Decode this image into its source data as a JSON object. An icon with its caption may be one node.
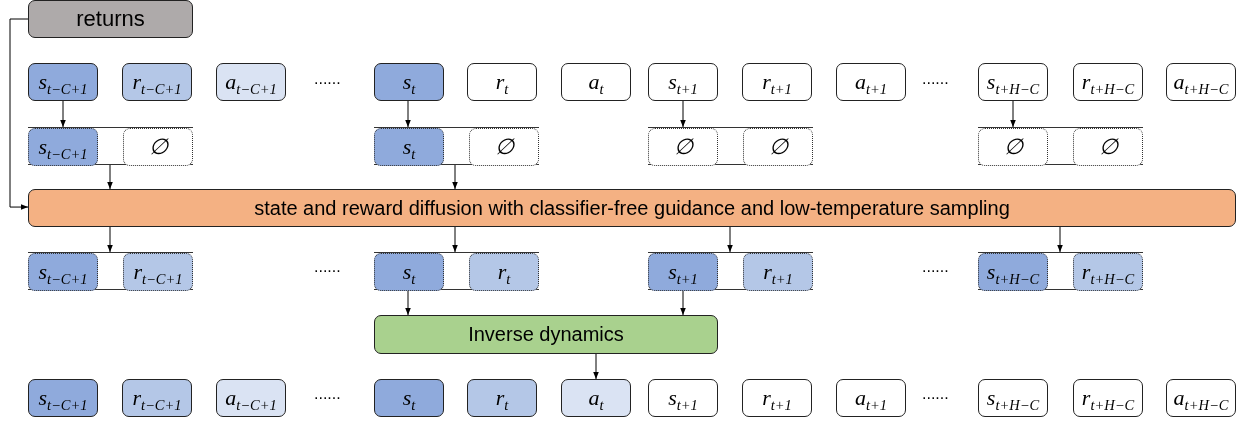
{
  "diagram": {
    "nodes": [
      {
        "text": [
          "returns"
        ]
      },
      {
        "text": [
          "s$_{t−C+1}$"
        ]
      },
      {
        "text": [
          "r$_{t−C+1}$"
        ]
      },
      {
        "text": [
          "a$_{t−C+1}$"
        ]
      },
      {
        "text": [
          "s$_{t}$"
        ]
      },
      {
        "text": [
          "r$_{t}$"
        ]
      },
      {
        "text": [
          "a$_{t}$"
        ]
      },
      {
        "text": [
          "s$_{t+1}$"
        ]
      },
      {
        "text": [
          "r$_{t+1}$"
        ]
      },
      {
        "text": [
          "a$_{t+1}$"
        ]
      },
      {
        "text": [
          "s$_{t+H−C}$"
        ]
      },
      {
        "text": [
          "r$_{t+H−C}$"
        ]
      },
      {
        "text": [
          "a$_{t+H−C}$"
        ]
      },
      {
        "text": [],
        "shape": "box"
      },
      {
        "text": [
          "s$_{t−C+1}$"
        ],
        "in": 13
      },
      {
        "text": [
          "∅"
        ],
        "in": 13
      },
      {
        "text": [],
        "shape": "box"
      },
      {
        "text": [
          "s$_{t}$"
        ],
        "in": 16
      },
      {
        "text": [
          "∅"
        ],
        "in": 16
      },
      {
        "text": [],
        "shape": "box"
      },
      {
        "text": [
          "∅"
        ],
        "in": 19
      },
      {
        "text": [
          "∅"
        ],
        "in": 19
      },
      {
        "text": [],
        "shape": "box"
      },
      {
        "text": [
          "∅"
        ],
        "in": 22
      },
      {
        "text": [
          "∅"
        ],
        "in": 22
      },
      {
        "text": [
          "state and reward diffusion with classifier-free guidance and low-temperature sampling"
        ]
      },
      {
        "text": [],
        "shape": "box"
      },
      {
        "text": [
          "s$_{t−C+1}$"
        ],
        "in": 26
      },
      {
        "text": [
          "r$_{t−C+1}$"
        ],
        "in": 26
      },
      {
        "text": [],
        "shape": "box"
      },
      {
        "text": [
          "s$_{t}$"
        ],
        "in": 29
      },
      {
        "text": [
          "r$_{t}$"
        ],
        "in": 29
      },
      {
        "text": [],
        "shape": "box"
      },
      {
        "text": [
          "s$_{t+1}$"
        ],
        "in": 32
      },
      {
        "text": [
          "r$_{t+1}$"
        ],
        "in": 32
      },
      {
        "text": [],
        "shape": "box"
      },
      {
        "text": [
          "s$_{t+H−C}$"
        ],
        "in": 35
      },
      {
        "text": [
          "r$_{t+H−C}$"
        ],
        "in": 35
      },
      {
        "text": [
          "Inverse dynamics"
        ]
      },
      {
        "text": [
          "s$_{t−C+1}$"
        ]
      },
      {
        "text": [
          "r$_{t−C+1}$"
        ]
      },
      {
        "text": [
          "a$_{t−C+1}$"
        ]
      },
      {
        "text": [
          "s$_{t}$"
        ]
      },
      {
        "text": [
          "r$_{t}$"
        ]
      },
      {
        "text": [
          "a$_{t}$"
        ]
      },
      {
        "text": [
          "s$_{t+1}$"
        ]
      },
      {
        "text": [
          "r$_{t+1}$"
        ]
      },
      {
        "text": [
          "a$_{t+1}$"
        ]
      },
      {
        "text": [
          "s$_{t+H−C}$"
        ]
      },
      {
        "text": [
          "r$_{t+H−C}$"
        ]
      },
      {
        "text": [
          "a$_{t+H−C}$"
        ]
      }
    ],
    "edges": [
      {
        "from": 0,
        "to": 25,
        "arrow": "to"
      },
      {
        "from": 1,
        "to": 14,
        "arrow": "to"
      },
      {
        "from": 4,
        "to": 17,
        "arrow": "to"
      },
      {
        "from": 7,
        "to": 20,
        "arrow": "to"
      },
      {
        "from": 10,
        "to": 23,
        "arrow": "to"
      },
      {
        "from": 13,
        "to": 25,
        "arrow": "to"
      },
      {
        "from": 16,
        "to": 25,
        "arrow": "to"
      },
      {
        "from": 25,
        "to": 26,
        "arrow": "to"
      },
      {
        "from": 25,
        "to": 29,
        "arrow": "to"
      },
      {
        "from": 25,
        "to": 32,
        "arrow": "to"
      },
      {
        "from": 25,
        "to": 35,
        "arrow": "to"
      },
      {
        "from": 30,
        "to": 38,
        "arrow": "to"
      },
      {
        "from": 33,
        "to": 38,
        "arrow": "to"
      },
      {
        "from": 38,
        "to": 44,
        "arrow": "to"
      }
    ],
    "labels": [
      "......",
      "......",
      "......",
      "......",
      "......",
      "......"
    ]
  }
}
